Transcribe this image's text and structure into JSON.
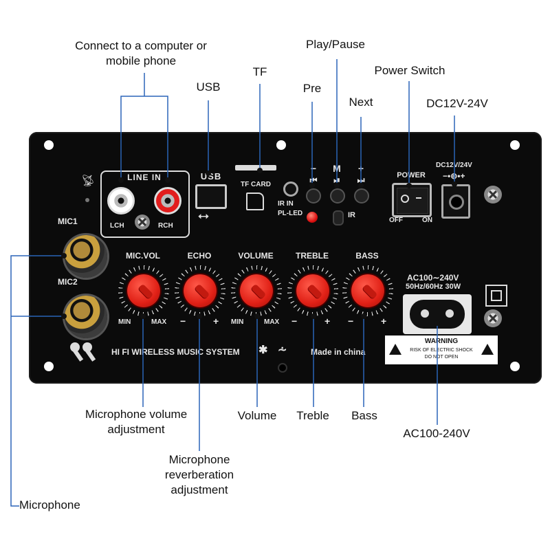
{
  "annotations": {
    "computer": "Connect to a computer or mobile phone",
    "tf": "TF",
    "usb": "USB",
    "play_pause": "Play/Pause",
    "pre": "Pre",
    "next": "Next",
    "power_switch": "Power Switch",
    "dc": "DC12V-24V",
    "mic_volume": "Microphone volume adjustment",
    "mic_reverb": "Microphone reverberation adjustment",
    "volume": "Volume",
    "treble": "Treble",
    "bass": "Bass",
    "ac": "AC100-240V",
    "microphone": "Microphone"
  },
  "panel": {
    "mic1": "MIC1",
    "mic2": "MIC2",
    "line_in": "LINE IN",
    "lch": "LCH",
    "rch": "RCH",
    "usb": "USB",
    "tf_card": "TF CARD",
    "ir_in": "IR IN",
    "pl_led": "PL-LED",
    "ir": "IR",
    "minus": "−",
    "m": "M",
    "plus": "+",
    "power": "POWER",
    "off": "OFF",
    "on": "ON",
    "dc_label": "DC12V/24V",
    "knobs": {
      "mic_vol": "MIC.VOL",
      "echo": "ECHO",
      "volume": "VOLUME",
      "treble": "TREBLE",
      "bass": "BASS",
      "min": "MIN",
      "max": "MAX"
    },
    "ac_label": "AC100∼240V",
    "ac_sub": "50Hz/60Hz 30W",
    "title": "HI FI WIRELESS MUSIC SYSTEM",
    "made_in": "Made in china",
    "warning": "WARNING",
    "warning_line1": "RISK OF ELECTRIC SHOCK",
    "warning_line2": "DO NOT OPEN"
  }
}
